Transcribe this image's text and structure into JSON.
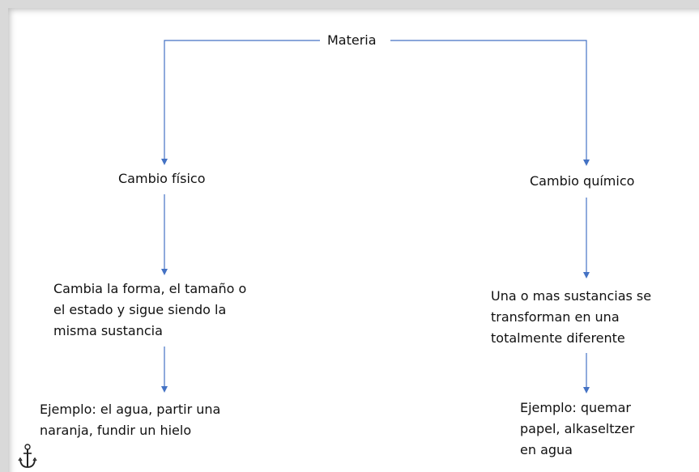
{
  "diagram": {
    "root": "Materia",
    "left": {
      "title": "Cambio físico",
      "description_lines": [
        "Cambia la forma, el tamaño o",
        "el estado y sigue siendo la",
        "misma sustancia"
      ],
      "example_lines": [
        "Ejemplo: el agua, partir una",
        "naranja, fundir un hielo"
      ]
    },
    "right": {
      "title": "Cambio químico",
      "description_lines": [
        "Una o mas sustancias se",
        "transforman en una",
        "totalmente diferente"
      ],
      "example_lines": [
        "Ejemplo: quemar",
        "papel, alkaseltzer",
        "en agua"
      ]
    },
    "line_color": "#4472c4"
  },
  "icons": {
    "anchor": "anchor-icon"
  }
}
